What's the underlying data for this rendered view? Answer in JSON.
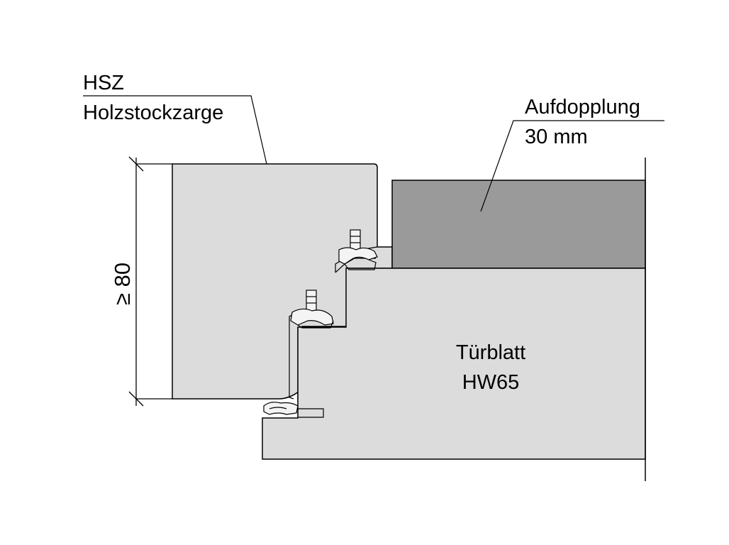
{
  "frame": {
    "code": "HSZ",
    "name": "Holzstockzarge",
    "fill": "#dcdcdc"
  },
  "doubling": {
    "name": "Aufdopplung",
    "thickness": "30 mm",
    "fill": "#9a9a9a"
  },
  "door_leaf": {
    "name": "Türblatt",
    "type": "HW65",
    "fill": "#dcdcdc"
  },
  "dimension": {
    "label": "≥ 80"
  },
  "colors": {
    "stroke": "#000000",
    "background": "#ffffff"
  }
}
